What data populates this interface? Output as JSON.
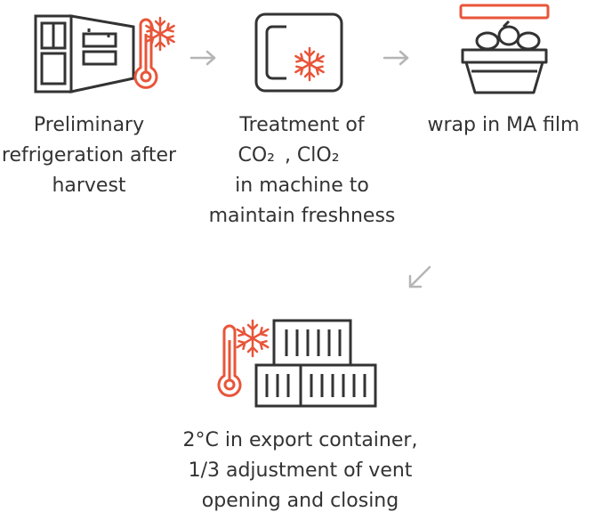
{
  "colors": {
    "outline": "#333333",
    "accent": "#e8553a",
    "arrow": "#b5b5b5",
    "background": "#ffffff"
  },
  "steps": [
    {
      "icon": "fridge-thermometer-snowflake-icon",
      "lines": [
        "Preliminary",
        "refrigeration after",
        "harvest"
      ]
    },
    {
      "icon": "machine-snowflake-icon",
      "lines": [
        "Treatment of",
        "CO₂ , ClO₂",
        "in machine to",
        "maintain freshness"
      ]
    },
    {
      "icon": "basket-film-icon",
      "lines": [
        "wrap in MA film"
      ]
    },
    {
      "icon": "container-thermometer-snowflake-icon",
      "lines": [
        "2°C in export container,",
        "1/3 adjustment of vent",
        "opening and closing"
      ]
    }
  ],
  "arrows": [
    "arrow-right-icon",
    "arrow-right-icon",
    "arrow-down-left-icon"
  ]
}
